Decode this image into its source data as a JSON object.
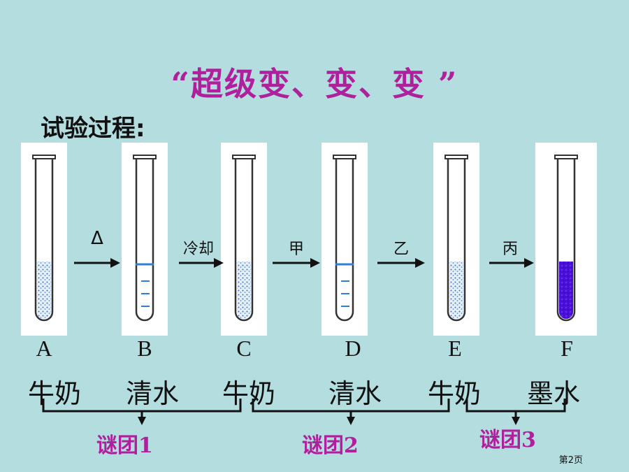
{
  "title": "“超级变、变、变 ”",
  "subtitle": "试验过程:",
  "colors": {
    "background": "#b4dde0",
    "accent": "#b0209c",
    "milk_dots": "#2f6fd6",
    "water_line": "#2f7fd6",
    "ink": "#3a0ad0"
  },
  "tubes": [
    {
      "letter": "A",
      "content": "milk"
    },
    {
      "letter": "B",
      "content": "water"
    },
    {
      "letter": "C",
      "content": "milk"
    },
    {
      "letter": "D",
      "content": "water"
    },
    {
      "letter": "E",
      "content": "milk"
    },
    {
      "letter": "F",
      "content": "ink"
    }
  ],
  "arrows": [
    "Δ",
    "冷却",
    "甲",
    "乙",
    "丙"
  ],
  "liquids": [
    "牛奶",
    "清水",
    "牛奶",
    "清水",
    "牛奶",
    "墨水"
  ],
  "puzzles": [
    "谜团1",
    "谜团2",
    "谜团3"
  ],
  "page_label": "第2页"
}
